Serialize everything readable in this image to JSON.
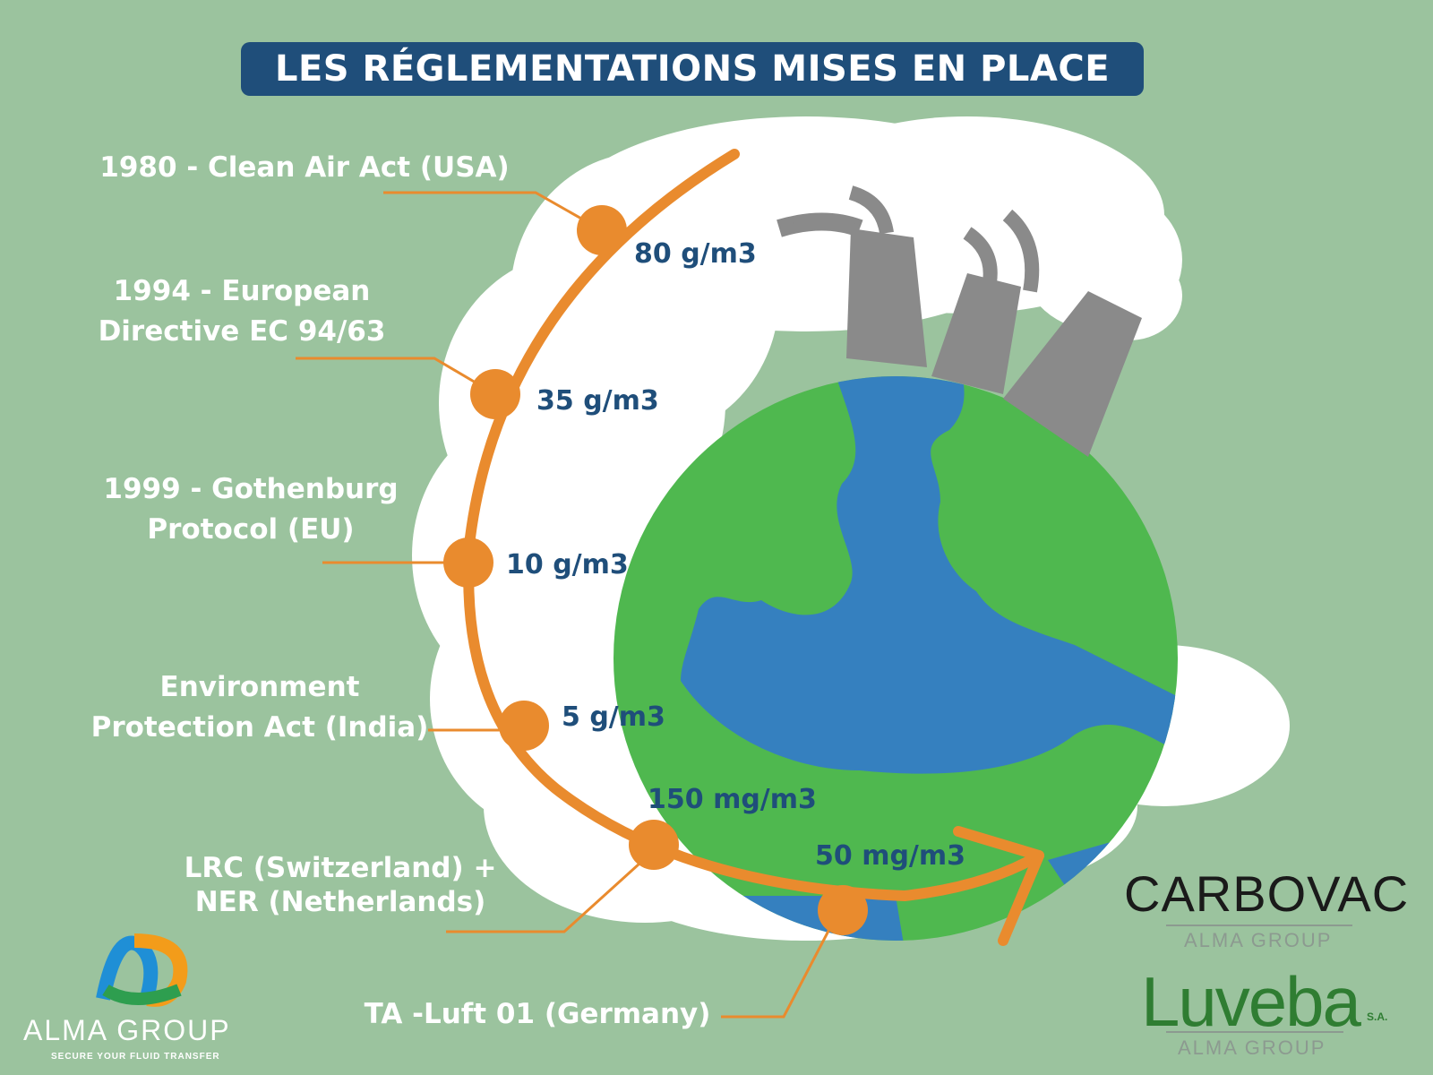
{
  "title": "LES RÉGLEMENTATIONS MISES EN PLACE",
  "regulations": [
    {
      "label_lines": [
        "1980 - Clean Air Act (USA)"
      ],
      "value": "80 g/m3"
    },
    {
      "label_lines": [
        "1994 - European",
        "Directive EC 94/63"
      ],
      "value": "35 g/m3"
    },
    {
      "label_lines": [
        "1999 - Gothenburg",
        "Protocol (EU)"
      ],
      "value": "10 g/m3"
    },
    {
      "label_lines": [
        "Environment",
        "Protection Act (India)"
      ],
      "value": "5 g/m3"
    },
    {
      "label_lines": [
        "LRC (Switzerland) +",
        "NER (Netherlands)"
      ],
      "value": "150 mg/m3"
    },
    {
      "label_lines": [
        "TA -Luft 01 (Germany)"
      ],
      "value": "50 mg/m3"
    }
  ],
  "logos": {
    "carbovac": {
      "name": "CARBOVAC",
      "group": "ALMA GROUP"
    },
    "luveba": {
      "name": "Luveba",
      "suffix": "S.A.",
      "group": "ALMA GROUP"
    },
    "alma": {
      "name": "ALMA GROUP",
      "tagline": "SECURE YOUR FLUID TRANSFER"
    }
  },
  "colors": {
    "background": "#9bc39e",
    "title_bg": "#1f4e7a",
    "timeline": "#e98b2e",
    "value_text": "#1f4e7a",
    "land": "#4fb84f",
    "water": "#3580bf",
    "chimney": "#8a8a8a",
    "cloud": "#ffffff"
  }
}
